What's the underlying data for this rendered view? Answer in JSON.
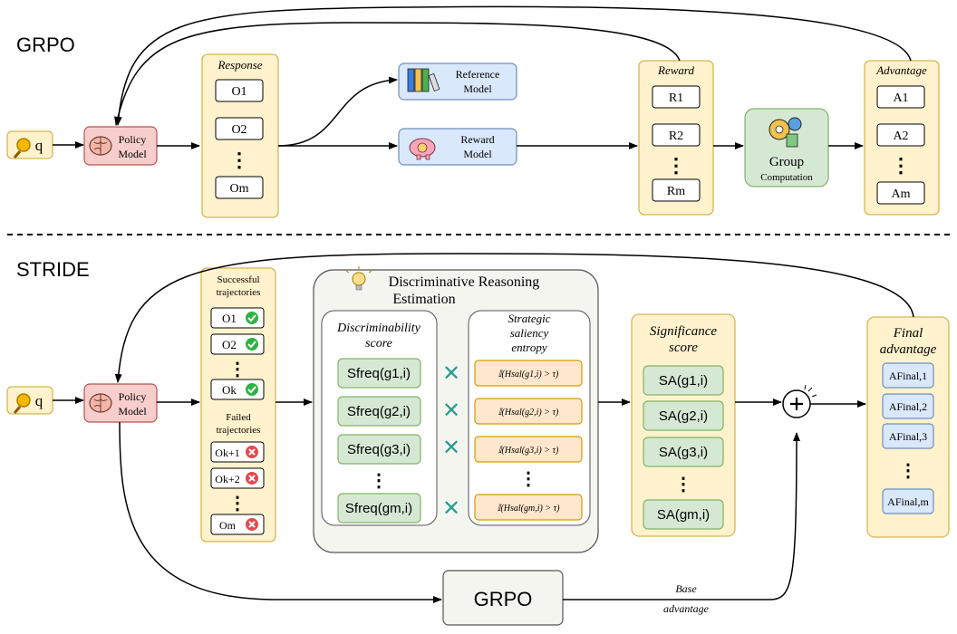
{
  "grpo": {
    "section_title": "GRPO",
    "query": "q",
    "policy": [
      "Policy",
      "Model"
    ],
    "response_title": "Response",
    "responses": [
      "O1",
      "O2",
      "Om"
    ],
    "reference_model": [
      "Reference",
      "Model"
    ],
    "reward_model": [
      "Reward",
      "Model"
    ],
    "reward_title": "Reward",
    "rewards": [
      "R1",
      "R2",
      "Rm"
    ],
    "group_computation": [
      "Group",
      "Computation"
    ],
    "advantage_title": "Advantage",
    "advantages": [
      "A1",
      "A2",
      "Am"
    ],
    "ellipsis": "⋮"
  },
  "stride": {
    "section_title": "STRIDE",
    "query": "q",
    "policy": [
      "Policy",
      "Model"
    ],
    "successful_title": [
      "Successful",
      "trajectories"
    ],
    "successful": [
      "O1",
      "O2",
      "Ok"
    ],
    "failed_title": [
      "Failed",
      "trajectories"
    ],
    "failed": [
      "Ok+1",
      "Ok+2",
      "Om"
    ],
    "dre_title": [
      "Discriminative Reasoning",
      "Estimation"
    ],
    "disc_title": [
      "Discriminability",
      "score"
    ],
    "disc_items": [
      "Sfreq(g1,i)",
      "Sfreq(g2,i)",
      "Sfreq(g3,i)",
      "Sfreq(gm,i)"
    ],
    "sse_title": [
      "Strategic",
      "saliency",
      "entropy"
    ],
    "sse_items": [
      "𝕀(Hsal(g1,i) > τ)",
      "𝕀(Hsal(g2,i) > τ)",
      "𝕀(Hsal(g3,i) > τ)",
      "𝕀(Hsal(gm,i) > τ)"
    ],
    "sig_title": [
      "Significance",
      "score"
    ],
    "sig_items": [
      "SA(g1,i)",
      "SA(g2,i)",
      "SA(g3,i)",
      "SA(gm,i)"
    ],
    "final_title": [
      "Final",
      "advantage"
    ],
    "final_items": [
      "AFinal,1",
      "AFinal,2",
      "AFinal,3",
      "AFinal,m"
    ],
    "grpo_box": "GRPO",
    "base_advantage": [
      "Base",
      "advantage"
    ],
    "multiply": "✕",
    "plus": "+",
    "ellipsis": "⋮"
  },
  "colors": {
    "yellow_fill": "#fff2cc",
    "yellow_stroke": "#d6b656",
    "green_fill": "#d5e8d4",
    "green_stroke": "#82b366",
    "orange_fill": "#ffe6cc",
    "orange_stroke": "#d79b00",
    "blue_fill": "#dae8fc",
    "blue_stroke": "#6c8ebf",
    "red_fill": "#f8cecc",
    "red_stroke": "#b85450",
    "check": "#2fb344",
    "cross": "#e5484d",
    "multiply": "#2a9d8f"
  }
}
